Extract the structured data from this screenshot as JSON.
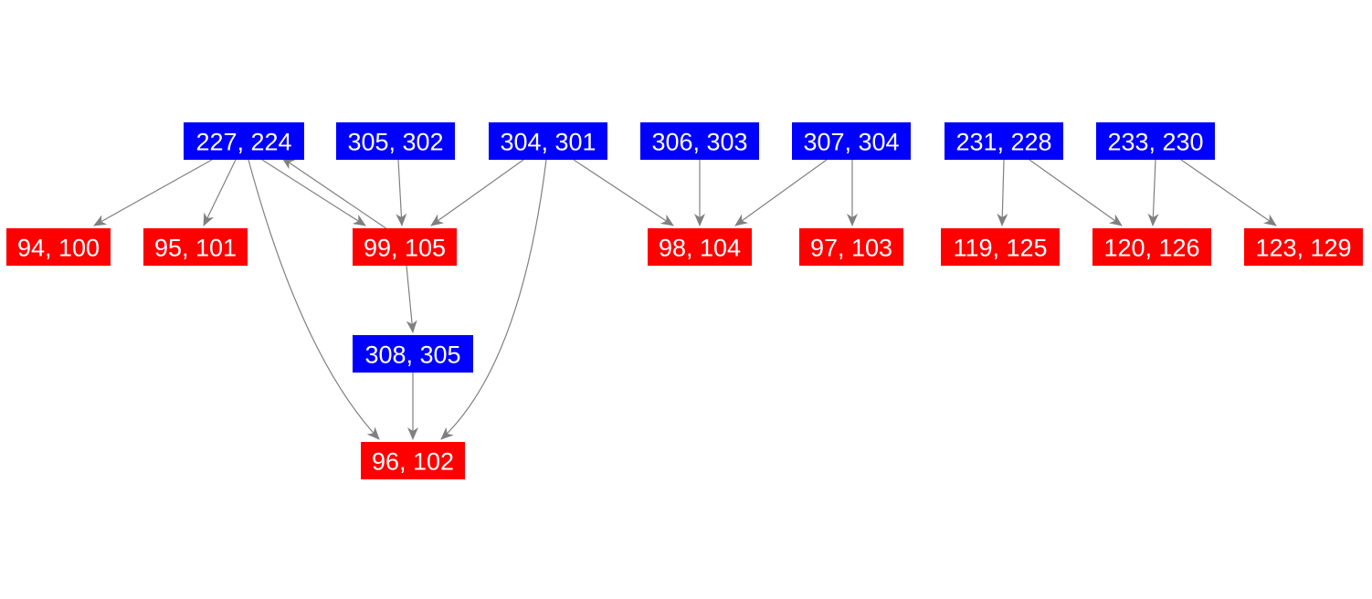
{
  "colors": {
    "source": "#0000ff",
    "target": "#ff0000",
    "edge": "#808080",
    "text": "#ffffff"
  },
  "nodes": [
    {
      "id": "n227",
      "label": "227, 224",
      "kind": "source"
    },
    {
      "id": "n305",
      "label": "305, 302",
      "kind": "source"
    },
    {
      "id": "n304",
      "label": "304, 301",
      "kind": "source"
    },
    {
      "id": "n306",
      "label": "306, 303",
      "kind": "source"
    },
    {
      "id": "n307",
      "label": "307, 304",
      "kind": "source"
    },
    {
      "id": "n231",
      "label": "231, 228",
      "kind": "source"
    },
    {
      "id": "n233",
      "label": "233, 230",
      "kind": "source"
    },
    {
      "id": "n94",
      "label": "94, 100",
      "kind": "target"
    },
    {
      "id": "n95",
      "label": "95, 101",
      "kind": "target"
    },
    {
      "id": "n99",
      "label": "99, 105",
      "kind": "target"
    },
    {
      "id": "n98",
      "label": "98, 104",
      "kind": "target"
    },
    {
      "id": "n97",
      "label": "97, 103",
      "kind": "target"
    },
    {
      "id": "n119",
      "label": "119, 125",
      "kind": "target"
    },
    {
      "id": "n120",
      "label": "120, 126",
      "kind": "target"
    },
    {
      "id": "n123",
      "label": "123, 129",
      "kind": "target"
    },
    {
      "id": "n308",
      "label": "308, 305",
      "kind": "source"
    },
    {
      "id": "n96",
      "label": "96, 102",
      "kind": "target"
    }
  ],
  "edges": [
    {
      "from": "n227",
      "to": "n94"
    },
    {
      "from": "n227",
      "to": "n95"
    },
    {
      "from": "n227",
      "to": "n99"
    },
    {
      "from": "n99",
      "to": "n227"
    },
    {
      "from": "n227",
      "to": "n96"
    },
    {
      "from": "n305",
      "to": "n99"
    },
    {
      "from": "n304",
      "to": "n99"
    },
    {
      "from": "n304",
      "to": "n96"
    },
    {
      "from": "n304",
      "to": "n98"
    },
    {
      "from": "n306",
      "to": "n98"
    },
    {
      "from": "n307",
      "to": "n98"
    },
    {
      "from": "n307",
      "to": "n97"
    },
    {
      "from": "n231",
      "to": "n119"
    },
    {
      "from": "n231",
      "to": "n120"
    },
    {
      "from": "n233",
      "to": "n120"
    },
    {
      "from": "n233",
      "to": "n123"
    },
    {
      "from": "n99",
      "to": "n308"
    },
    {
      "from": "n308",
      "to": "n96"
    }
  ]
}
